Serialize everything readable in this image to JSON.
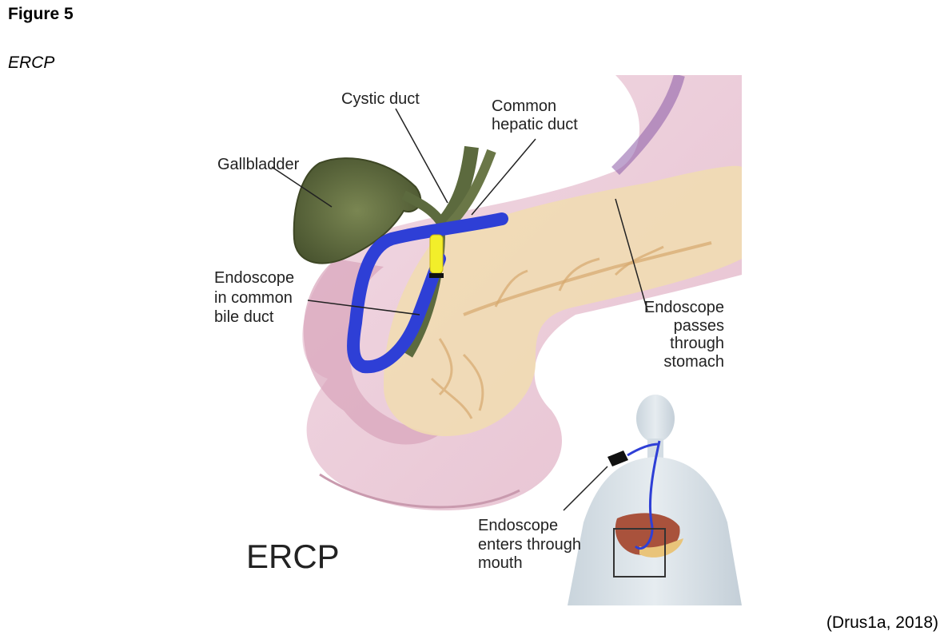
{
  "figure": {
    "label": "Figure 5",
    "subtitle": "ERCP",
    "credit": "(Drus1a, 2018)"
  },
  "diagram": {
    "labels": {
      "cystic_duct": "Cystic duct",
      "common_hepatic_1": "Common",
      "common_hepatic_2": "hepatic duct",
      "gallbladder": "Gallbladder",
      "endo_bile_1": "Endoscope",
      "endo_bile_2": "in common",
      "endo_bile_3": "bile duct",
      "endo_stomach_1": "Endoscope",
      "endo_stomach_2": "passes",
      "endo_stomach_3": "through",
      "endo_stomach_4": "stomach",
      "endo_mouth_1": "Endoscope",
      "endo_mouth_2": "enters through",
      "endo_mouth_3": "mouth",
      "ercp_big": "ERCP"
    },
    "colors": {
      "endoscope": "#2e3fd6",
      "gallbladder": "#5c6a3e",
      "stomach": "#e6c2d2",
      "pancreas": "#f1dcb2",
      "tip": "#f2ee2a"
    }
  }
}
